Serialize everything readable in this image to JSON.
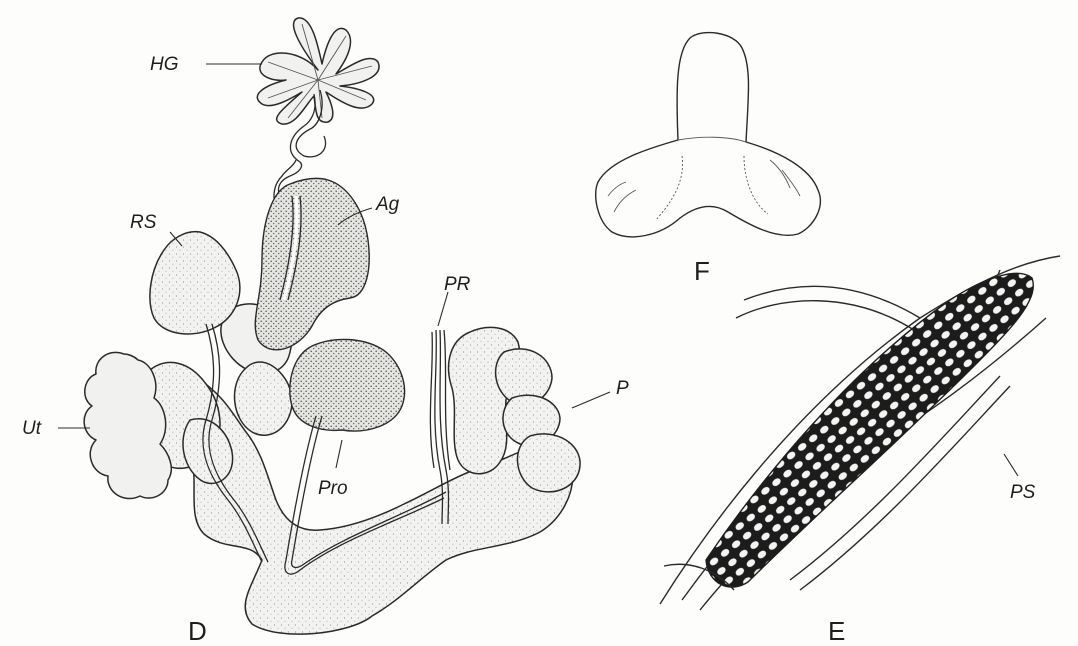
{
  "labels": {
    "hg": "HG",
    "ag": "Ag",
    "rs": "RS",
    "pr": "PR",
    "ut": "Ut",
    "pro": "Pro",
    "p": "P",
    "ps": "PS"
  },
  "panels": {
    "d": "D",
    "e": "E",
    "f": "F"
  }
}
